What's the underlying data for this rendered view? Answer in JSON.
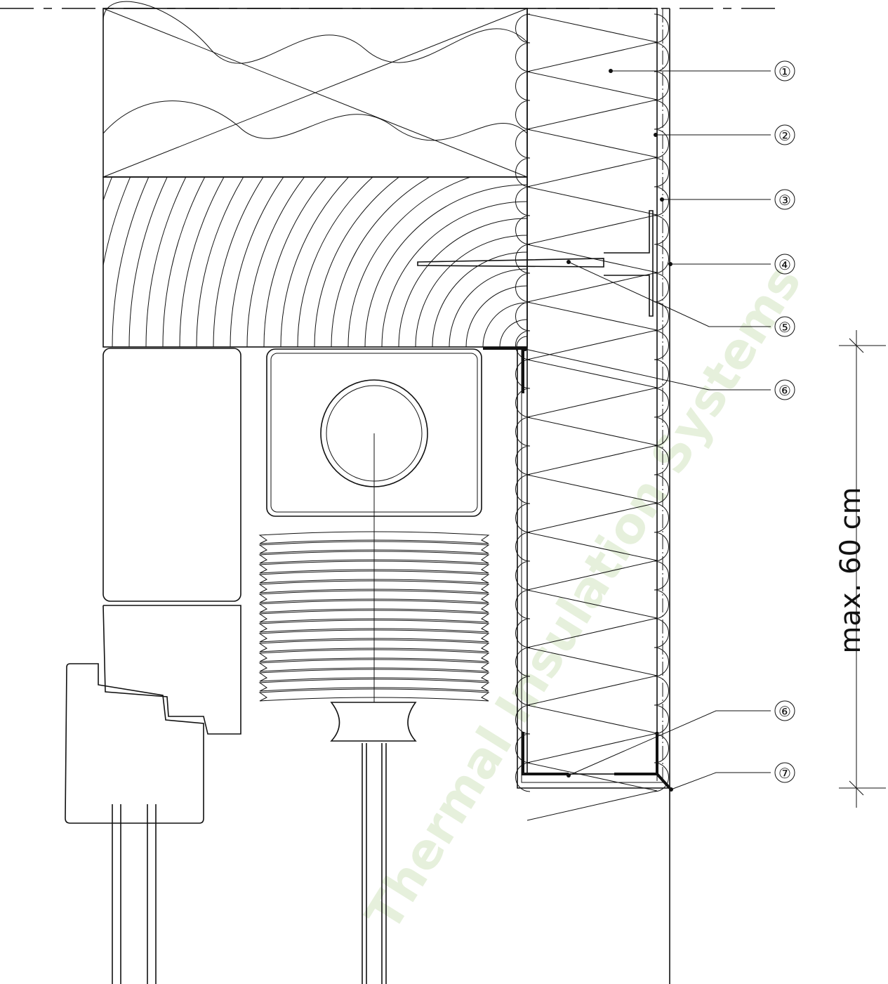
{
  "callouts": [
    {
      "id": "1",
      "label": "①"
    },
    {
      "id": "2",
      "label": "②"
    },
    {
      "id": "3",
      "label": "③"
    },
    {
      "id": "4",
      "label": "④"
    },
    {
      "id": "5",
      "label": "⑤"
    },
    {
      "id": "6a",
      "label": "⑥"
    },
    {
      "id": "6b",
      "label": "⑥"
    },
    {
      "id": "7",
      "label": "⑦"
    }
  ],
  "dimension": {
    "label": "max. 60 cm"
  },
  "watermark": {
    "text": "Thermal Insulation Systems"
  },
  "colors": {
    "line": "#111111",
    "watermark": "#e4efd9",
    "background": "#ffffff"
  }
}
